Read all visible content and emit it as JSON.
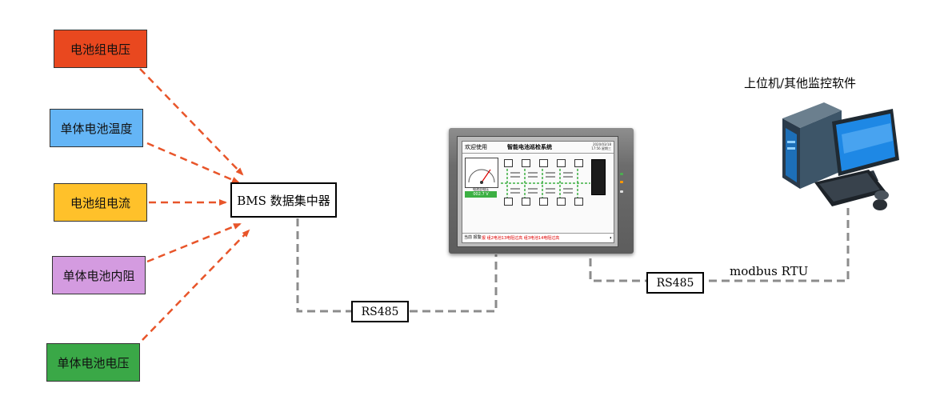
{
  "sources": [
    {
      "label": "电池组电压",
      "color": "#e9481f"
    },
    {
      "label": "单体电池温度",
      "color": "#64b5f6"
    },
    {
      "label": "电池组电流",
      "color": "#ffc12a"
    },
    {
      "label": "单体电池内阻",
      "color": "#d49be0"
    },
    {
      "label": "单体电池电压",
      "color": "#3aa847"
    }
  ],
  "concentrator": {
    "label": "BMS 数据集中器"
  },
  "links": {
    "rs485_left": "RS485",
    "rs485_right": "RS485",
    "protocol": "modbus RTU"
  },
  "pc": {
    "title": "上位机/其他监控软件"
  },
  "hmi": {
    "welcome": "欢迎使用",
    "system_title": "智能电池巡检系统",
    "date": "2020/03/18",
    "time": "17:56  星期三",
    "gauge_label": "电池总电压",
    "gauge_value": "002.7  V",
    "footer_label": "当前 报警",
    "footer_alarm": "报  组2电池13电阻过高  组3电池14电阻过高"
  },
  "colors": {
    "arrow": "#e8552a",
    "connector": "#8c8c8c"
  }
}
